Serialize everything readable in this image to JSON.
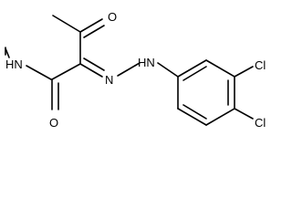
{
  "molecule": {
    "atoms": {
      "o_ketone": "O",
      "nh_amide": "HN",
      "n_hydrazone": "N",
      "nh_hydrazone": "HN",
      "cl_meta": "Cl",
      "cl_para": "Cl",
      "o_amide": "O"
    }
  }
}
